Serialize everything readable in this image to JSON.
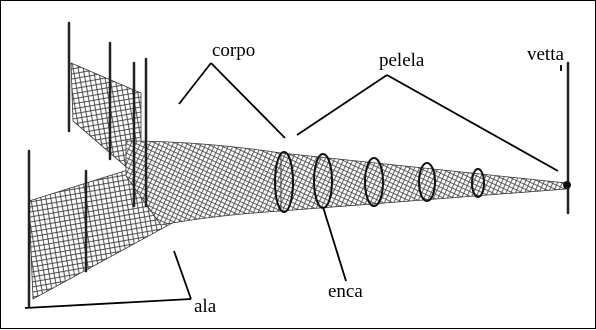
{
  "labels": {
    "corpo": "corpo",
    "pelela": "pelela",
    "vetta": "vetta",
    "enca": "enca",
    "ala": "ala"
  },
  "colors": {
    "ink": "#000000",
    "net": "#3a3a3a",
    "background": "#ffffff"
  }
}
